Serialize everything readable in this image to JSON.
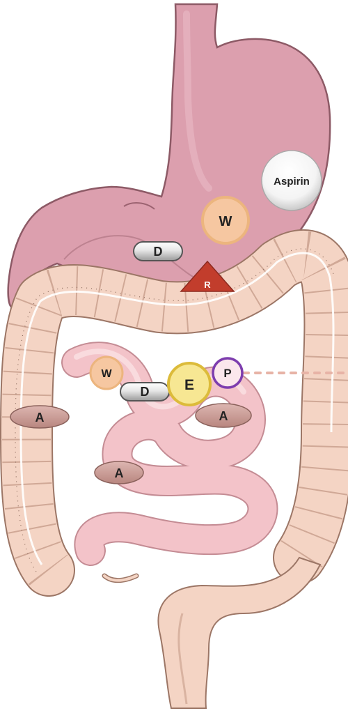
{
  "labels": {
    "aspirin": "Aspirin",
    "stomach_w": "W",
    "stomach_d": "D",
    "stomach_r": "R",
    "intestine_w": "W",
    "intestine_d": "D",
    "intestine_e": "E",
    "intestine_p": "P",
    "a_left": "A",
    "a_right": "A",
    "a_lower": "A"
  },
  "icons": {
    "w_marker": "circle-icon",
    "d_marker": "capsule-icon",
    "r_marker": "triangle-icon",
    "e_marker": "circle-icon",
    "p_marker": "circle-icon",
    "a_marker": "ellipse-icon",
    "aspirin_marker": "tablet-icon"
  },
  "colors": {
    "stomach": "#dc9fae",
    "stomach_outline": "#8d5a66",
    "colon": "#f4d4c4",
    "colon_outline": "#9c7666",
    "small_intestine": "#f3c3c9",
    "w_fill": "#f6c7a1",
    "w_stroke": "#ecb57e",
    "r_fill": "#c23d2c",
    "e_fill": "#f7e793",
    "e_stroke": "#dcbb3a",
    "p_stroke": "#7d3dae",
    "a_fill": "#c99a94",
    "dashed_line": "#e7b3a6"
  }
}
